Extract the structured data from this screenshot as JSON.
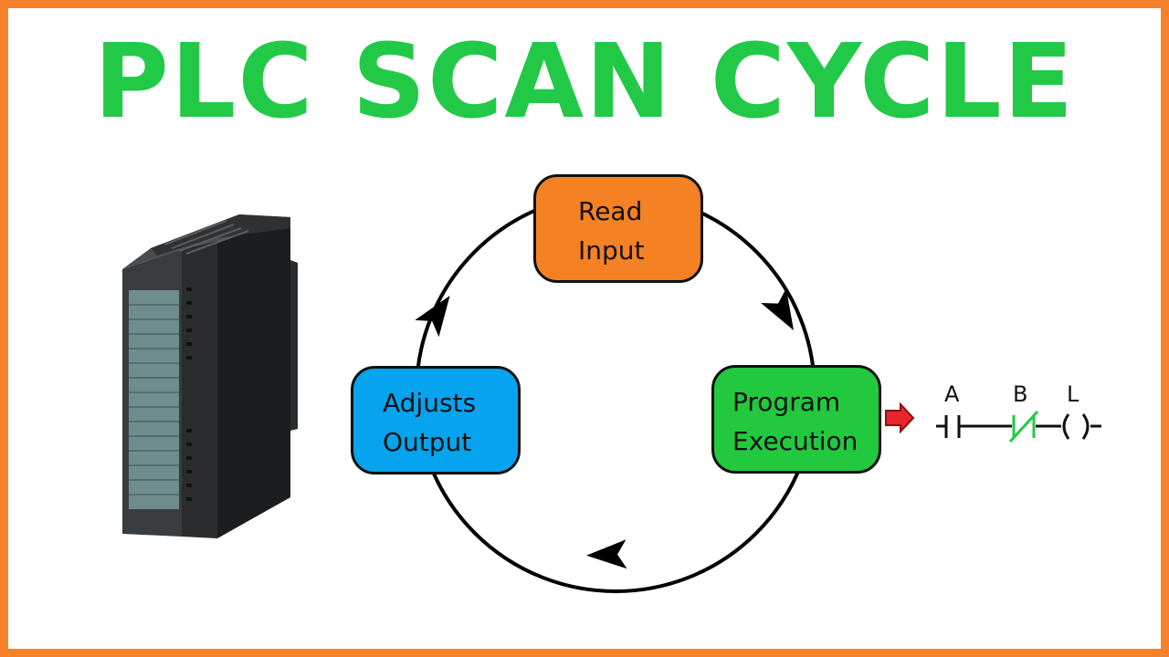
{
  "title": "PLC SCAN CYCLE",
  "steps": [
    {
      "line1": "Read",
      "line2": "Input",
      "color": "#f48123"
    },
    {
      "line1": "Program",
      "line2": "Execution",
      "color": "#22c93e"
    },
    {
      "line1": "Adjusts",
      "line2": "Output",
      "color": "#06a3ee"
    }
  ],
  "ladder": {
    "labels": [
      "A",
      "B",
      "L"
    ],
    "contact_b_color": "#22c947"
  },
  "colors": {
    "border": "#f5822a",
    "title": "#22c947",
    "pointer_arrow": "#e8262a"
  },
  "icons": {
    "plc_module": "plc-io-module-image"
  }
}
